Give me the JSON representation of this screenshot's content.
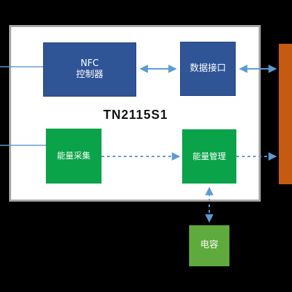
{
  "chip": {
    "label": "TN2115S1"
  },
  "blocks": {
    "nfc": {
      "line1": "NFC",
      "line2": "控制器"
    },
    "data_interface": {
      "label": "数据接口"
    },
    "energy_harvest": {
      "label": "能量采集"
    },
    "power_management": {
      "label": "能量管理"
    },
    "capacitor": {
      "label": "电容"
    }
  },
  "colors": {
    "background": "#000000",
    "chip_fill": "#ffffff",
    "chip_border": "#a6a6a6",
    "blue_block": "#2f5597",
    "green_block": "#0aa34a",
    "capacitor_block": "#5faa3c",
    "external_bar": "#c55a11",
    "connector": "#5b9bd5"
  }
}
